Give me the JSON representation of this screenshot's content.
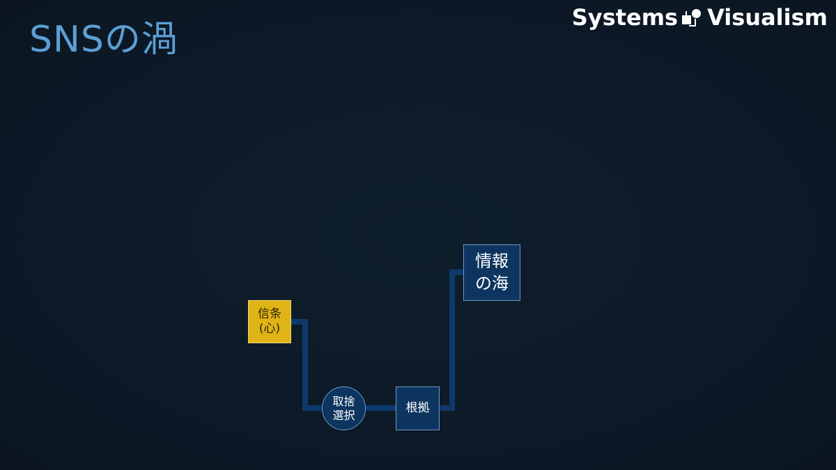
{
  "header": {
    "title": "SNSの渦",
    "logo_text_left": "Systems",
    "logo_text_right": "Visualism"
  },
  "diagram": {
    "nodes": {
      "belief": "信条\n(心)",
      "choice": "取捨\n選択",
      "basis": "根拠",
      "sea": "情報\nの海"
    }
  },
  "colors": {
    "background": "#0d1a27",
    "title": "#5b9fd4",
    "connector": "#0e3a6b",
    "node_fill": "#0d3560",
    "belief_fill": "#e0b417"
  }
}
